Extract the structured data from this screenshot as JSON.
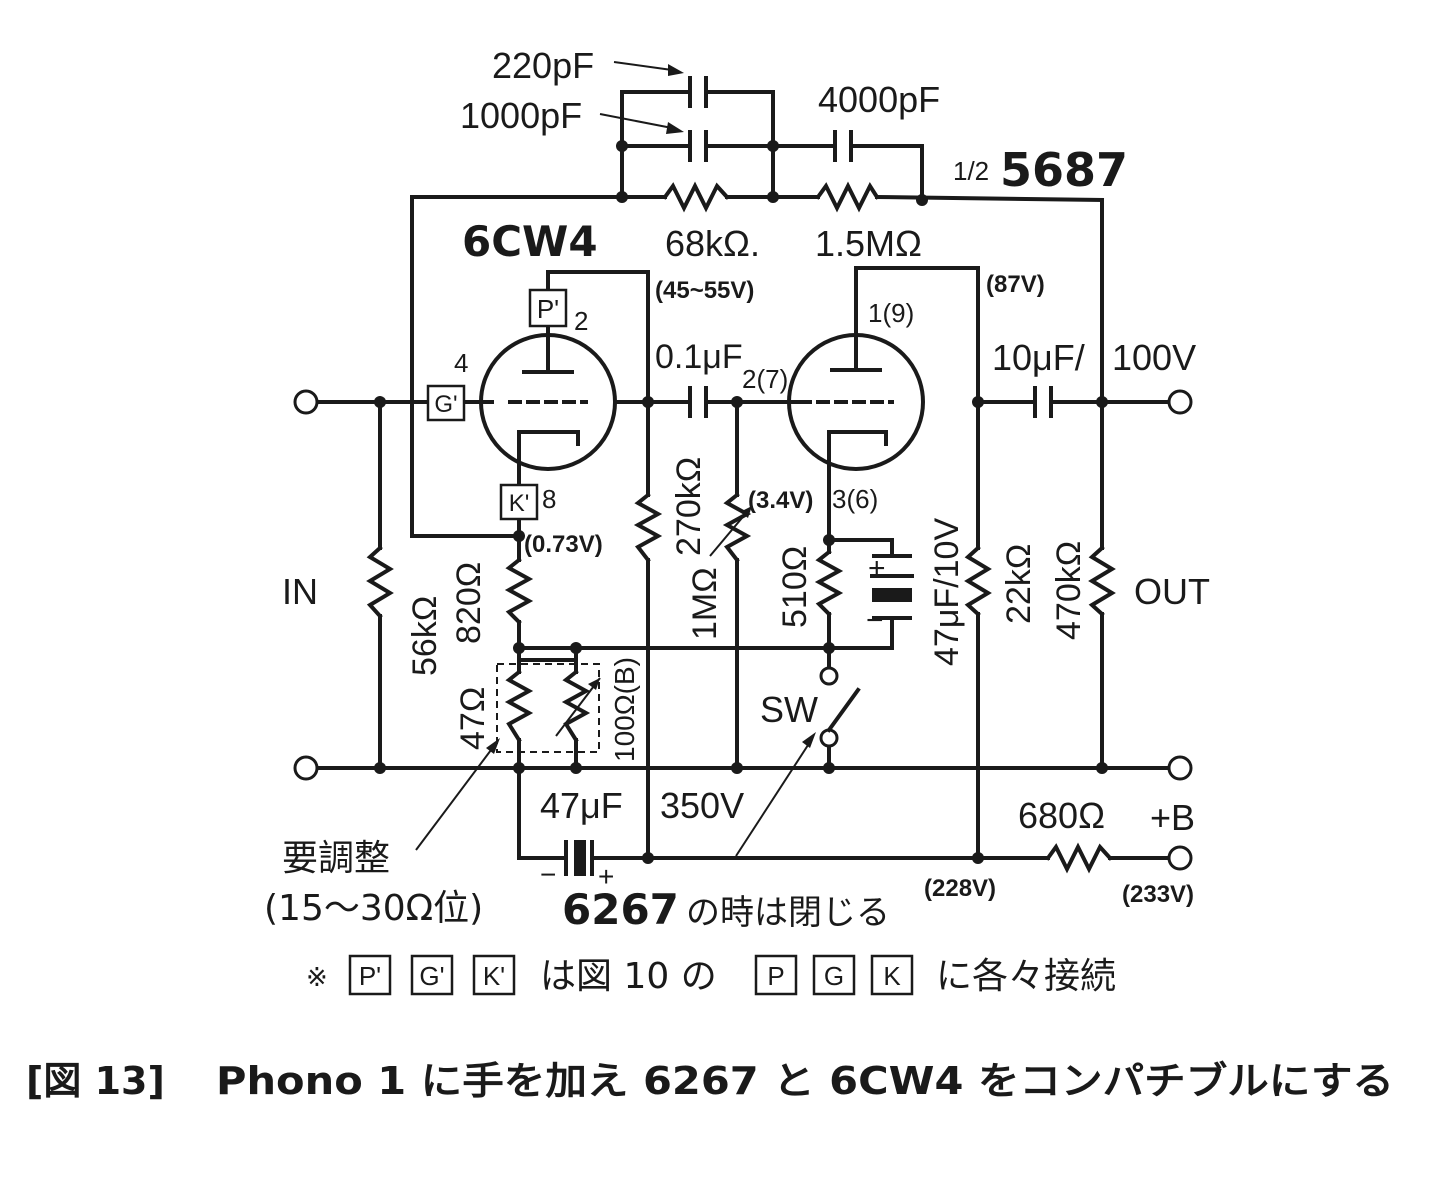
{
  "components": {
    "c_220pf": "220pF",
    "c_1000pf": "1000pF",
    "c_4000pf": "4000pF",
    "tube2_half": "1/2",
    "tube2_name": "5687",
    "tube1_name": "6CW4",
    "r_68k": "68kΩ.",
    "r_1_5m": "1.5MΩ",
    "v_plate1": "(45~55V)",
    "v_plate2": "(87V)",
    "pin_p2": "2",
    "pin_g4": "4",
    "pin_k8": "8",
    "pin2_1": "1(9)",
    "pin2_2": "2(7)",
    "pin2_3": "3(6)",
    "c_0_1uf": "0.1μF",
    "c_10uf": "10μF/",
    "v_100v": "100V",
    "terminal_p": "P'",
    "terminal_g": "G'",
    "terminal_k": "K'",
    "v_cath1": "(0.73V)",
    "v_cath2": "(3.4V)",
    "r_270k": "270kΩ",
    "r_1m": "1MΩ",
    "r_510": "510Ω",
    "c_47uf_10v": "47μF/10V",
    "r_22k": "22kΩ",
    "r_470k": "470kΩ",
    "label_in": "IN",
    "label_out": "OUT",
    "r_56k": "56kΩ",
    "r_820": "820Ω",
    "r_47": "47Ω",
    "r_100b": "100Ω(B)",
    "label_sw": "SW",
    "c_47uf": "47μF",
    "v_350v": "350V",
    "r_680": "680Ω",
    "label_b": "+B",
    "v_228": "(228V)",
    "v_233": "(233V)",
    "cap_minus": "−",
    "cap_plus": "+",
    "note_adjust": "要調整",
    "note_range": "(15～30Ω位)",
    "note_sw_bold": "6267",
    "note_sw_rest": "の時は閉じる",
    "footnote_mark": "※",
    "footnote_p": "P'",
    "footnote_g": "G'",
    "footnote_k": "K'",
    "footnote_mid": "は図 10 の",
    "footnote_p2": "P",
    "footnote_g2": "G",
    "footnote_k2": "K",
    "footnote_end": "に各々接続"
  },
  "caption": {
    "label": "[図 13]",
    "text": "Phono 1 に手を加え 6267 と 6CW4 をコンパチブルにする"
  }
}
